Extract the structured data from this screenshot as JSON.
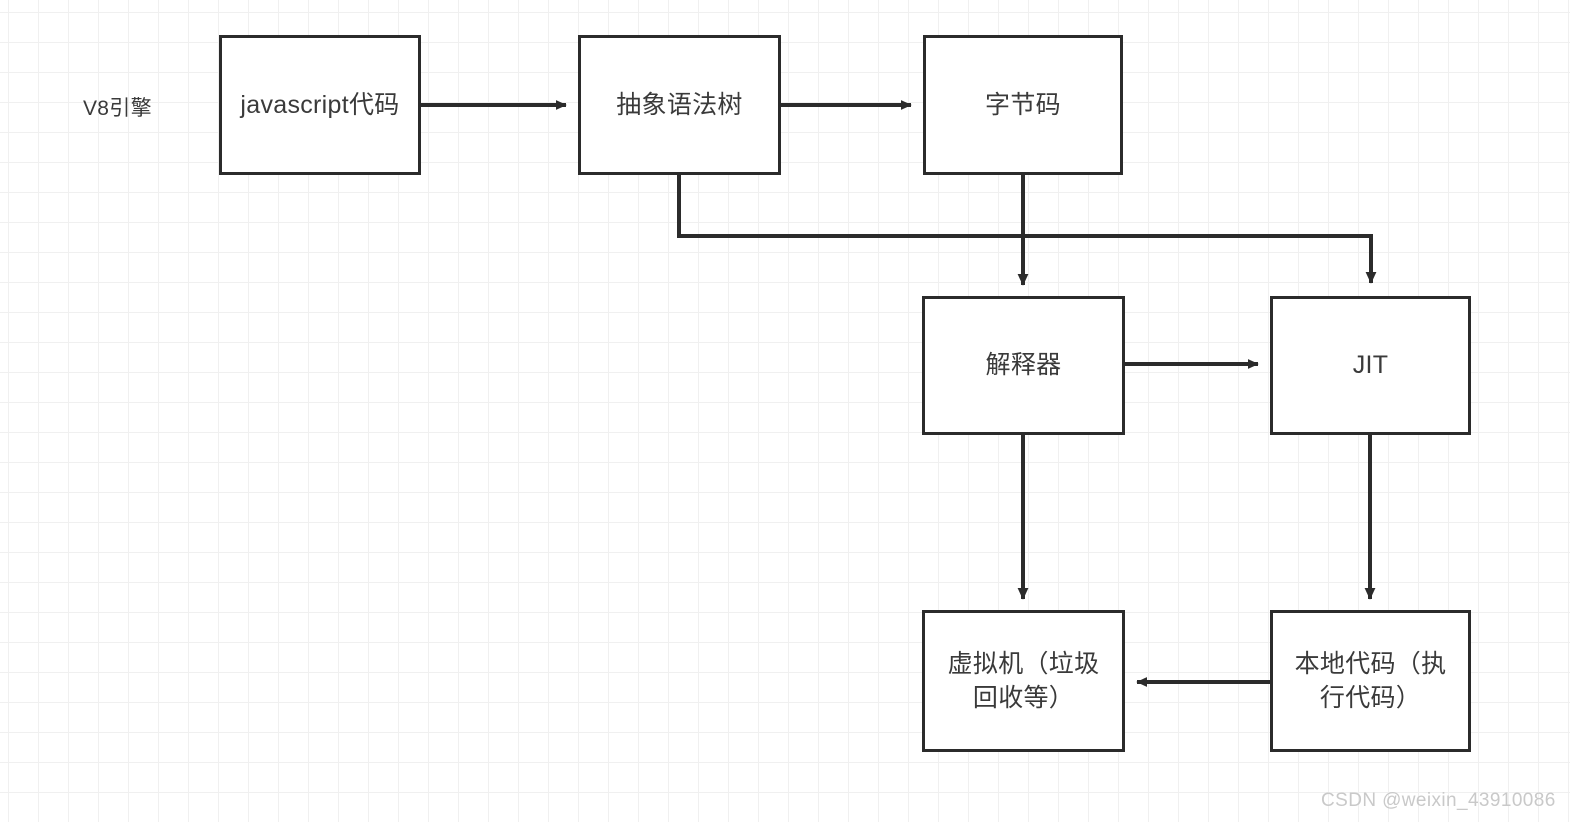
{
  "diagram": {
    "title": "V8引擎",
    "engine_label": "V8引擎",
    "colors": {
      "stroke": "#2b2b2b",
      "node_fill": "#ffffff",
      "text": "#3a3a3a",
      "grid_minor": "#f0f0f0",
      "grid_major": "#e6e6e6",
      "watermark": "#c9c9c9"
    },
    "nodes": [
      {
        "id": "js_code",
        "label": "javascript代码"
      },
      {
        "id": "ast",
        "label": "抽象语法树"
      },
      {
        "id": "bytecode",
        "label": "字节码"
      },
      {
        "id": "interpreter",
        "label": "解释器"
      },
      {
        "id": "jit",
        "label": "JIT"
      },
      {
        "id": "vm",
        "label": "虚拟机（垃圾回收等）"
      },
      {
        "id": "native",
        "label": "本地代码（执行代码）"
      }
    ],
    "edges": [
      {
        "from": "js_code",
        "to": "ast",
        "direction": "right"
      },
      {
        "from": "ast",
        "to": "bytecode",
        "direction": "right"
      },
      {
        "from": "ast",
        "to": "jit",
        "direction": "down-right-elbow"
      },
      {
        "from": "bytecode",
        "to": "interpreter",
        "direction": "down"
      },
      {
        "from": "interpreter",
        "to": "jit",
        "direction": "right"
      },
      {
        "from": "interpreter",
        "to": "vm",
        "direction": "down"
      },
      {
        "from": "jit",
        "to": "native",
        "direction": "down"
      },
      {
        "from": "native",
        "to": "vm",
        "direction": "left"
      }
    ]
  },
  "watermark": {
    "text": "CSDN @weixin_43910086"
  }
}
